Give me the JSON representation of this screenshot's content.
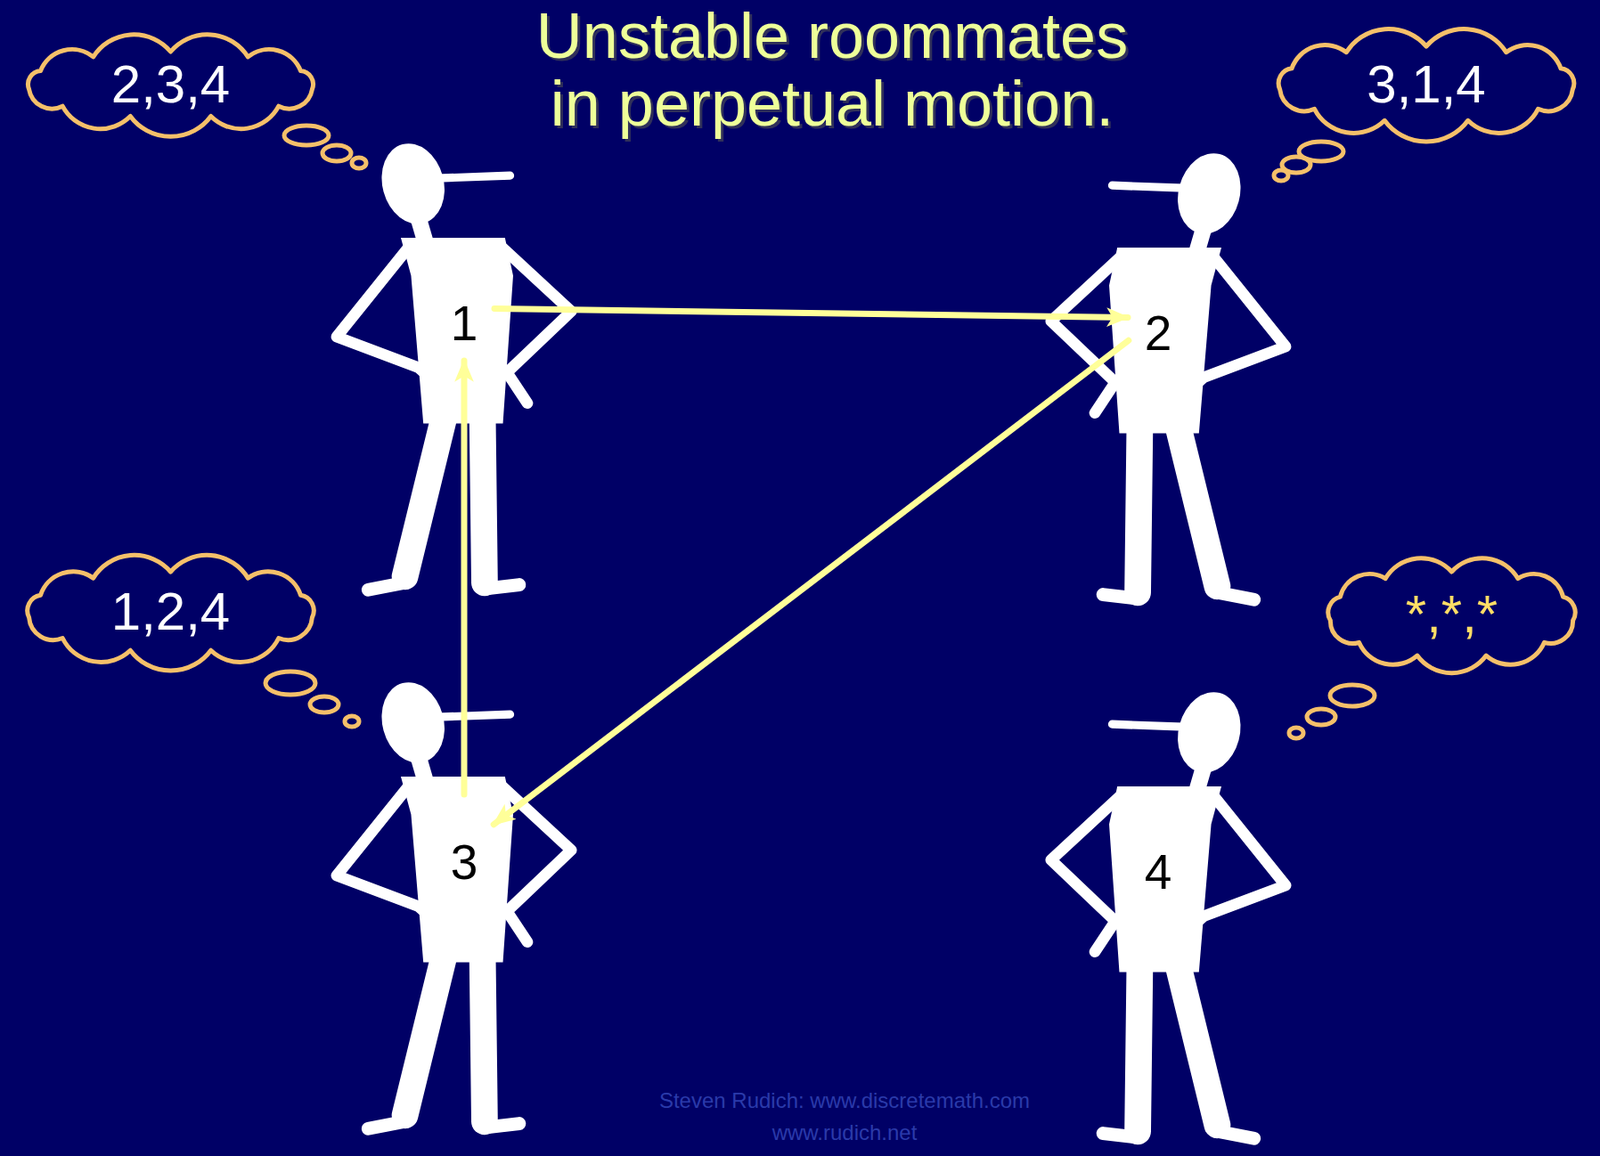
{
  "diagram": {
    "title": "Unstable roommates in perpetual motion.",
    "nodes": [
      {
        "text": [
          "2,3,4"
        ]
      },
      {
        "text": [
          "3,1,4"
        ]
      },
      {
        "text": [
          "1"
        ]
      },
      {
        "text": [
          "2"
        ]
      },
      {
        "text": [
          "1,2,4"
        ]
      },
      {
        "text": [
          "*,*,*"
        ]
      },
      {
        "text": [
          "3"
        ]
      },
      {
        "text": [
          "4"
        ]
      }
    ],
    "edges": [
      {
        "from": 2,
        "to": 3,
        "arrow": "to"
      },
      {
        "from": 3,
        "to": 6,
        "arrow": "to"
      },
      {
        "from": 6,
        "to": 2,
        "arrow": "to"
      }
    ],
    "labels": [
      "Steven Rudich: www.discretemath.com",
      "www.rudich.net"
    ]
  }
}
